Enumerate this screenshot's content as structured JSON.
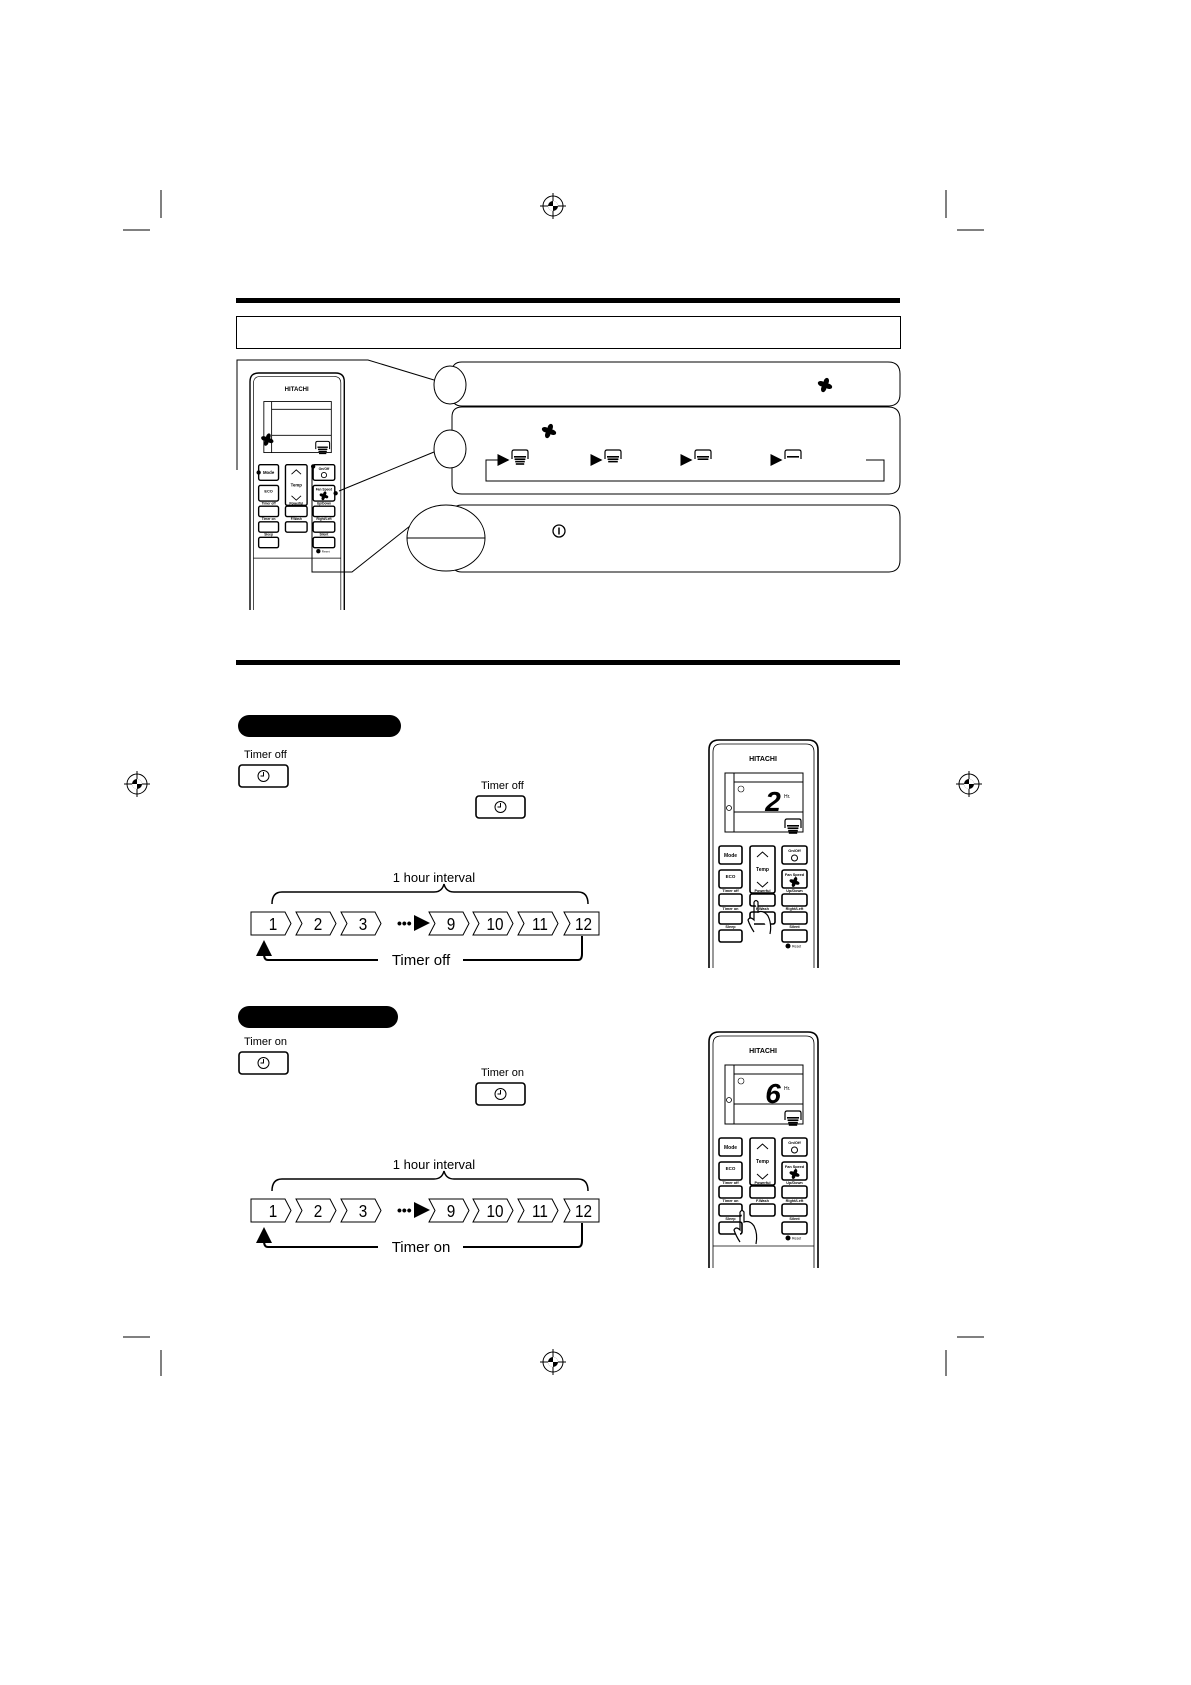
{
  "colors": {
    "ink": "#000000",
    "paper": "#ffffff"
  },
  "remote": {
    "brand": "HITACHI",
    "buttons": {
      "mode": "Mode",
      "on_off": "On/Off",
      "temp": "Temp",
      "eco": "ECO",
      "fan_speed": "Fan Speed",
      "timer_off": "Timer off",
      "powerful": "Powerful",
      "up_down": "Up/Down",
      "timer_on": "Timer on",
      "f_wash": "F.Wash",
      "right_left": "Right/Left",
      "sleep": "Sleep",
      "silent": "Silent",
      "reset": "Reset"
    },
    "hr_label": "Hr."
  },
  "fan_speed_sequence": [
    "fan-high-icon",
    "fan-medium-icon",
    "fan-low-icon",
    "fan-silent-icon"
  ],
  "timer_off_section": {
    "button_label": "Timer off",
    "interval_label": "1 hour interval",
    "steps": [
      "1",
      "2",
      "3",
      "9",
      "10",
      "11",
      "12"
    ],
    "loop_label": "Timer off",
    "display_value": "2"
  },
  "timer_on_section": {
    "button_label": "Timer on",
    "interval_label": "1 hour interval",
    "steps": [
      "1",
      "2",
      "3",
      "9",
      "10",
      "11",
      "12"
    ],
    "loop_label": "Timer on",
    "display_value": "6"
  }
}
